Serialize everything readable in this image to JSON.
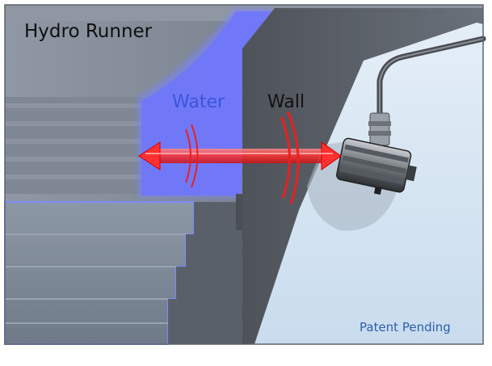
{
  "title": "Hydro Runner",
  "labels": {
    "water": "Water",
    "wall": "Wall",
    "patent": "Patent Pending"
  },
  "colors": {
    "water": "#6f75ff",
    "beam": "#ff2a2a",
    "wall": "#565b63",
    "background_panel": "#cfe0ef"
  }
}
